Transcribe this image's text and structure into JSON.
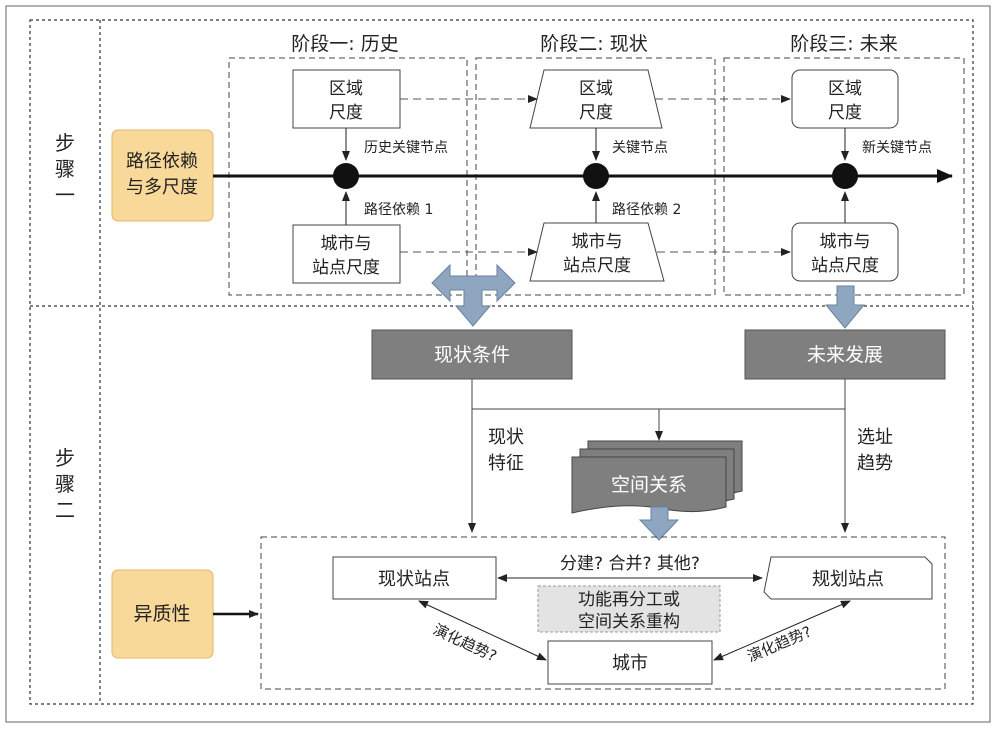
{
  "steps": {
    "step1": [
      "步",
      "骤",
      "一"
    ],
    "step2": [
      "步",
      "骤",
      "二"
    ]
  },
  "stages": {
    "s1_title": "阶段一: 历史",
    "s2_title": "阶段二: 现状",
    "s3_title": "阶段三: 未来"
  },
  "boxes": {
    "region_l1": "区域",
    "region_l2": "尺度",
    "city_l1": "城市与",
    "city_l2": "站点尺度",
    "path_l1": "路径依赖",
    "path_l2": "与多尺度",
    "hetero": "异质性",
    "current_conditions": "现状条件",
    "future_dev": "未来发展",
    "spatial_relation": "空间关系",
    "current_station": "现状站点",
    "planned_station": "规划站点",
    "city": "城市",
    "func_l1": "功能再分工或",
    "func_l2": "空间关系重构"
  },
  "labels": {
    "hist_node": "历史关键节点",
    "key_node": "关键节点",
    "new_node": "新关键节点",
    "path_dep_1": "路径依赖 1",
    "path_dep_2": "路径依赖 2",
    "current_feat_l1": "现状",
    "current_feat_l2": "特征",
    "site_trend_l1": "选址",
    "site_trend_l2": "趋势",
    "split_merge": "分建? 合并? 其他?",
    "evo_left": "演化趋势?",
    "evo_right": "演化趋势?"
  },
  "colors": {
    "accent_fill": "#f9d99a",
    "accent_stroke": "#d9a441",
    "dark_box": "#7f7f7f",
    "arrow_fill": "#8fa6c1",
    "light_box": "#e3e3e3"
  }
}
